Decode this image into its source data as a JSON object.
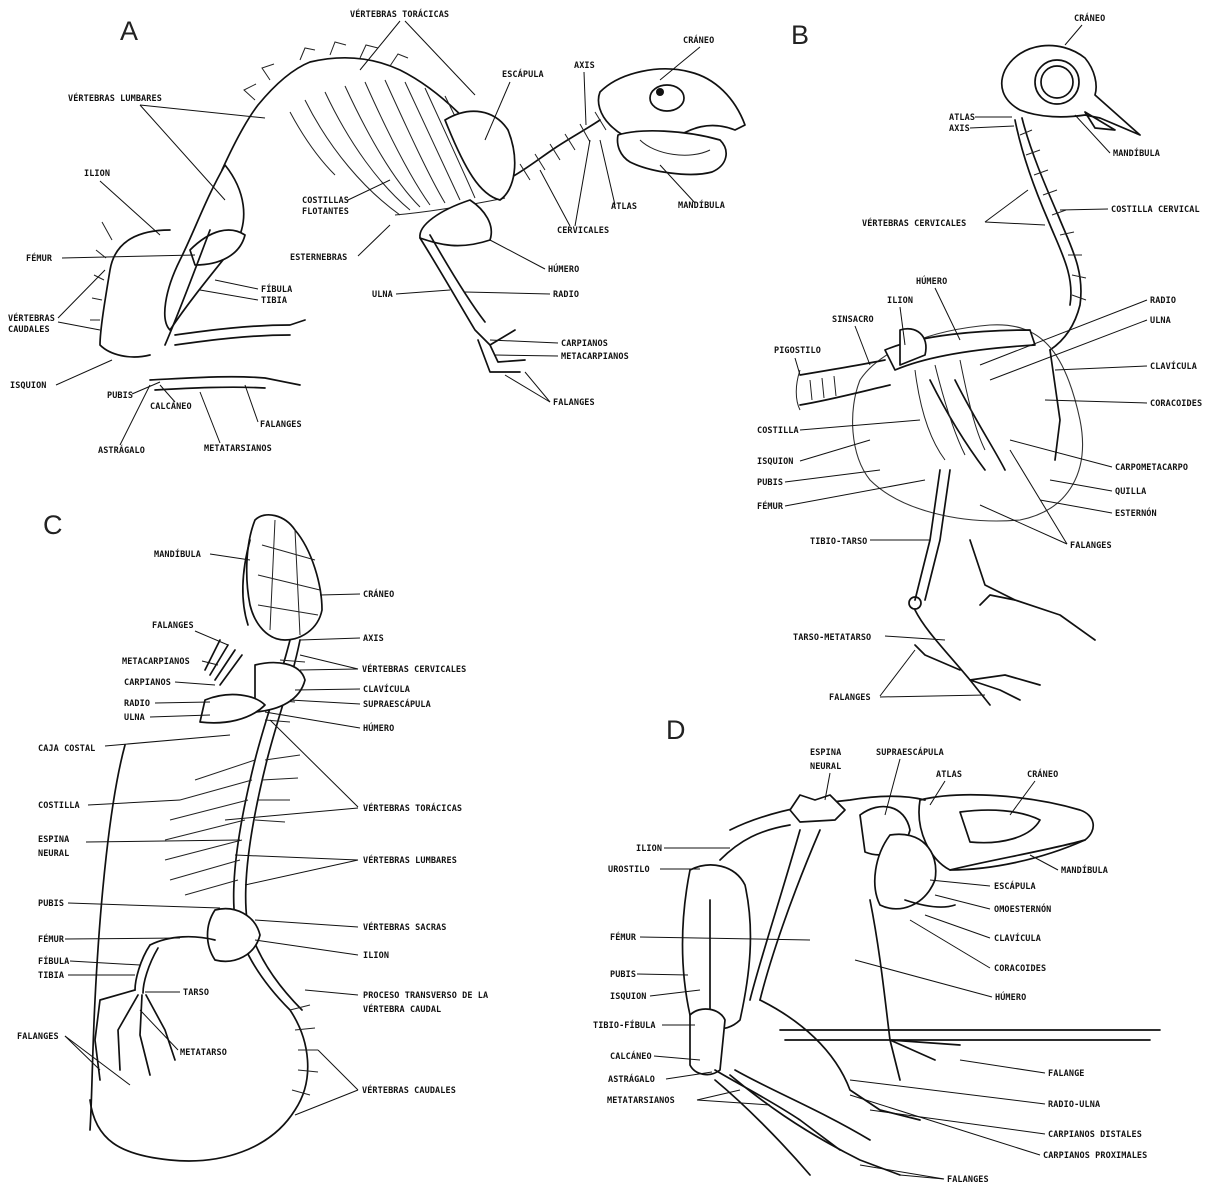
{
  "panels": {
    "A": {
      "letter": "A",
      "labels": {
        "vertebras_toracicas": "VÉRTEBRAS TORÁCICAS",
        "vertebras_lumbares": "VÉRTEBRAS LUMBARES",
        "craneo": "CRÁNEO",
        "escapula": "ESCÁPULA",
        "axis": "AXIS",
        "ilion": "ILION",
        "costillas_flotantes_1": "COSTILLAS",
        "costillas_flotantes_2": "FLOTANTES",
        "atlas": "ATLAS",
        "mandibula": "MANDÍBULA",
        "cervicales": "CERVICALES",
        "femur": "FÉMUR",
        "esternebras": "ESTERNEBRAS",
        "fibula": "FÍBULA",
        "tibia": "TIBIA",
        "humero": "HÚMERO",
        "vertebras_caudales_1": "VÉRTEBRAS",
        "vertebras_caudales_2": "CAUDALES",
        "ulna": "ULNA",
        "radio": "RADIO",
        "carpianos": "CARPIANOS",
        "metacarpianos": "METACARPIANOS",
        "isquion": "ISQUION",
        "pubis": "PUBIS",
        "calcaneo": "CALCÁNEO",
        "falanges_pie": "FALANGES",
        "falanges_mano": "FALANGES",
        "astragalo": "ASTRÁGALO",
        "metatarsianos": "METATARSIANOS"
      }
    },
    "B": {
      "letter": "B",
      "labels": {
        "craneo": "CRÁNEO",
        "atlas": "ATLAS",
        "axis": "AXIS",
        "mandibula": "MANDÍBULA",
        "vertebras_cervicales": "VÉRTEBRAS CERVICALES",
        "costilla_cervical": "COSTILLA CERVICAL",
        "humero": "HÚMERO",
        "ilion": "ILION",
        "radio": "RADIO",
        "sinsacro": "SINSACRO",
        "ulna": "ULNA",
        "pigostilo": "PIGOSTILO",
        "clavicula": "CLAVÍCULA",
        "coracoides": "CORACOIDES",
        "costilla": "COSTILLA",
        "isquion": "ISQUION",
        "carpometacarpo": "CARPOMETACARPO",
        "pubis": "PUBIS",
        "quilla": "QUILLA",
        "femur": "FÉMUR",
        "esternon": "ESTERNÓN",
        "tibio_tarso": "TIBIO-TARSO",
        "falanges_ala": "FALANGES",
        "tarso_metatarso": "TARSO-METATARSO",
        "falanges_pie": "FALANGES"
      }
    },
    "C": {
      "letter": "C",
      "labels": {
        "mandibula": "MANDÍBULA",
        "craneo": "CRÁNEO",
        "falanges_mano": "FALANGES",
        "axis": "AXIS",
        "metacarpianos": "METACARPIANOS",
        "vertebras_cervicales": "VÉRTEBRAS CERVICALES",
        "carpianos": "CARPIANOS",
        "clavicula": "CLAVÍCULA",
        "radio": "RADIO",
        "supraescapula": "SUPRAESCÁPULA",
        "ulna": "ULNA",
        "humero": "HÚMERO",
        "caja_costal": "CAJA COSTAL",
        "costilla": "COSTILLA",
        "vertebras_toracicas": "VÉRTEBRAS TORÁCICAS",
        "espina_neural_1": "ESPINA",
        "espina_neural_2": "NEURAL",
        "vertebras_lumbares": "VÉRTEBRAS LUMBARES",
        "pubis": "PUBIS",
        "vertebras_sacras": "VÉRTEBRAS SACRAS",
        "femur": "FÉMUR",
        "ilion": "ILION",
        "fibula": "FÍBULA",
        "tibia": "TIBIA",
        "tarso": "TARSO",
        "proceso_1": "PROCESO TRANSVERSO DE LA",
        "proceso_2": "VÉRTEBRA CAUDAL",
        "falanges_pie": "FALANGES",
        "metatarso": "METATARSO",
        "vertebras_caudales": "VÉRTEBRAS CAUDALES"
      }
    },
    "D": {
      "letter": "D",
      "labels": {
        "espina_neural_1": "ESPINA",
        "espina_neural_2": "NEURAL",
        "supraescapula": "SUPRAESCÁPULA",
        "atlas": "ATLAS",
        "craneo": "CRÁNEO",
        "ilion": "ILION",
        "urostilo": "UROSTILO",
        "mandibula": "MANDÍBULA",
        "escapula": "ESCÁPULA",
        "omoesternon": "OMOESTERNÓN",
        "femur": "FÉMUR",
        "clavicula": "CLAVÍCULA",
        "coracoides": "CORACOIDES",
        "pubis": "PUBIS",
        "isquion": "ISQUION",
        "humero": "HÚMERO",
        "tibio_fibula": "TIBIO-FÍBULA",
        "calcaneo": "CALCÁNEO",
        "falange": "FALANGE",
        "astragalo": "ASTRÁGALO",
        "radio_ulna": "RADIO-ULNA",
        "metatarsianos": "METATARSIANOS",
        "carpianos_distales": "CARPIANOS DISTALES",
        "carpianos_proximales": "CARPIANOS PROXIMALES",
        "falanges": "FALANGES"
      }
    }
  }
}
